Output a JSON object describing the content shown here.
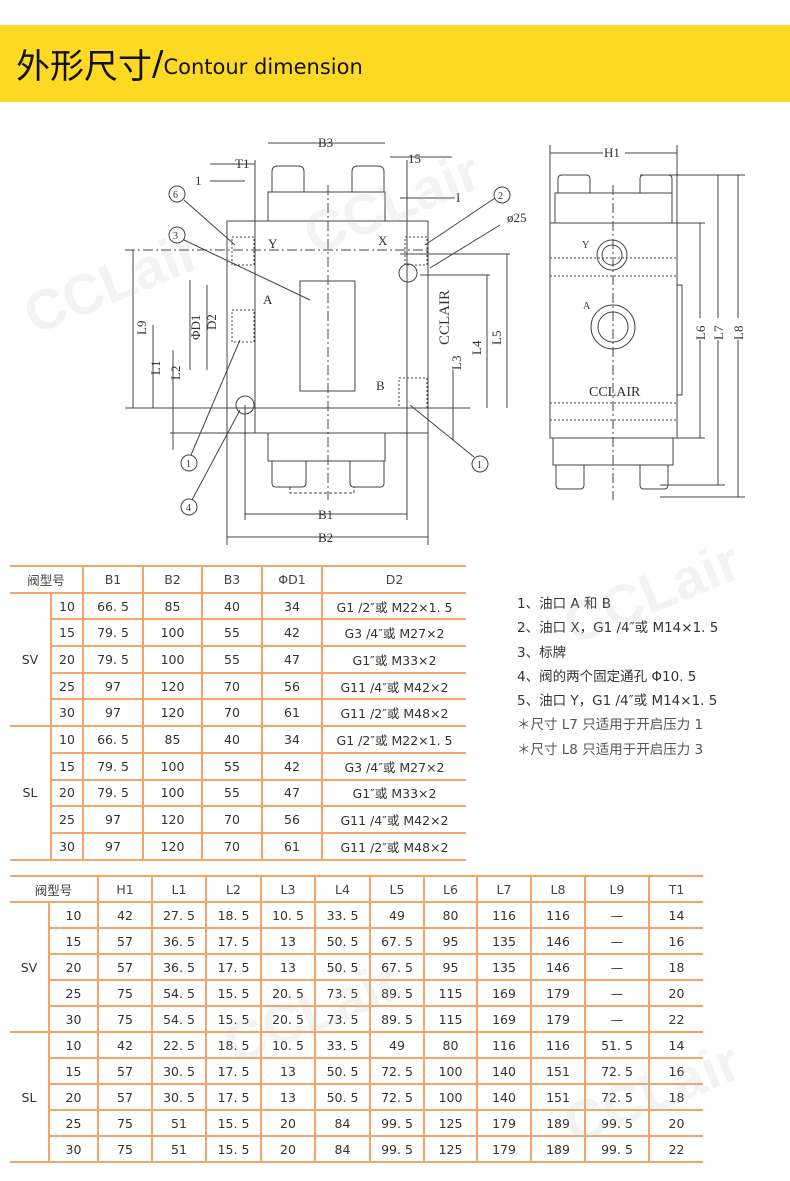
{
  "header": {
    "title_zh": "外形尺寸",
    "separator": "/",
    "title_en": "Contour dimension"
  },
  "drawing": {
    "front": {
      "B3": "B3",
      "T1": "T1",
      "d15": "15",
      "d1a": "1",
      "d1b": "I",
      "c6": "6",
      "c3": "3",
      "c2": "2",
      "d25": "ø25",
      "Y": "Y",
      "X": "X",
      "A": "A",
      "B": "B",
      "D1": "ΦD1",
      "D2": "D2",
      "L9": "L9",
      "L1": "L1",
      "L2": "L2",
      "L3": "L3",
      "L4": "L4",
      "L5": "L5",
      "brand": "CCLAIR",
      "c1a": "1",
      "c1b": "1",
      "c4": "4",
      "B1": "B1",
      "B2": "B2"
    },
    "side": {
      "H1": "H1",
      "Y": "Y",
      "A": "A",
      "brand": "CCLAIR",
      "L6": "L6",
      "L7": "L7",
      "L8": "L8"
    }
  },
  "table1": {
    "headers": [
      "阀型号",
      "B1",
      "B2",
      "B3",
      "ΦD1",
      "D2"
    ],
    "groups": [
      {
        "name": "SV",
        "rows": [
          [
            "10",
            "66. 5",
            "85",
            "40",
            "34",
            "G1 /2″或 M22×1. 5"
          ],
          [
            "15",
            "79. 5",
            "100",
            "55",
            "42",
            "G3 /4″或 M27×2"
          ],
          [
            "20",
            "79. 5",
            "100",
            "55",
            "47",
            "G1″或 M33×2"
          ],
          [
            "25",
            "97",
            "120",
            "70",
            "56",
            "G11 /4″或 M42×2"
          ],
          [
            "30",
            "97",
            "120",
            "70",
            "61",
            "G11 /2″或 M48×2"
          ]
        ]
      },
      {
        "name": "SL",
        "rows": [
          [
            "10",
            "66. 5",
            "85",
            "40",
            "34",
            "G1 /2″或 M22×1. 5"
          ],
          [
            "15",
            "79. 5",
            "100",
            "55",
            "42",
            "G3 /4″或 M27×2"
          ],
          [
            "20",
            "79. 5",
            "100",
            "55",
            "47",
            "G1″或 M33×2"
          ],
          [
            "25",
            "97",
            "120",
            "70",
            "56",
            "G11 /4″或 M42×2"
          ],
          [
            "30",
            "97",
            "120",
            "70",
            "61",
            "G11 /2″或 M48×2"
          ]
        ]
      }
    ]
  },
  "notes": [
    "1、油口 A 和 B",
    "2、油口 X，G1 /4″或 M14×1. 5",
    "3、标牌",
    "4、阀的两个固定通孔 Φ10. 5",
    "5、油口 Y，G1 /4″或 M14×1. 5",
    "＊尺寸 L7 只适用于开启压力 1",
    "＊尺寸 L8 只适用于开启压力 3"
  ],
  "table2": {
    "headers": [
      "阀型号",
      "H1",
      "L1",
      "L2",
      "L3",
      "L4",
      "L5",
      "L6",
      "L7",
      "L8",
      "L9",
      "T1"
    ],
    "groups": [
      {
        "name": "SV",
        "rows": [
          [
            "10",
            "42",
            "27. 5",
            "18. 5",
            "10. 5",
            "33. 5",
            "49",
            "80",
            "116",
            "116",
            "—",
            "14"
          ],
          [
            "15",
            "57",
            "36. 5",
            "17. 5",
            "13",
            "50. 5",
            "67. 5",
            "95",
            "135",
            "146",
            "—",
            "16"
          ],
          [
            "20",
            "57",
            "36. 5",
            "17. 5",
            "13",
            "50. 5",
            "67. 5",
            "95",
            "135",
            "146",
            "—",
            "18"
          ],
          [
            "25",
            "75",
            "54. 5",
            "15. 5",
            "20. 5",
            "73. 5",
            "89. 5",
            "115",
            "169",
            "179",
            "—",
            "20"
          ],
          [
            "30",
            "75",
            "54. 5",
            "15. 5",
            "20. 5",
            "73. 5",
            "89. 5",
            "115",
            "169",
            "179",
            "—",
            "22"
          ]
        ]
      },
      {
        "name": "SL",
        "rows": [
          [
            "10",
            "42",
            "22. 5",
            "18. 5",
            "10. 5",
            "33. 5",
            "49",
            "80",
            "116",
            "116",
            "51. 5",
            "14"
          ],
          [
            "15",
            "57",
            "30. 5",
            "17. 5",
            "13",
            "50. 5",
            "72. 5",
            "100",
            "140",
            "151",
            "72. 5",
            "16"
          ],
          [
            "20",
            "57",
            "30. 5",
            "17. 5",
            "13",
            "50. 5",
            "72. 5",
            "100",
            "140",
            "151",
            "72. 5",
            "18"
          ],
          [
            "25",
            "75",
            "51",
            "15. 5",
            "20",
            "84",
            "99. 5",
            "125",
            "179",
            "189",
            "99. 5",
            "20"
          ],
          [
            "30",
            "75",
            "51",
            "15. 5",
            "20",
            "84",
            "99. 5",
            "125",
            "179",
            "189",
            "99. 5",
            "22"
          ]
        ]
      }
    ]
  },
  "watermark": "CCLair",
  "colors": {
    "banner": "#FDD923",
    "table_border": "#F5A56C"
  }
}
